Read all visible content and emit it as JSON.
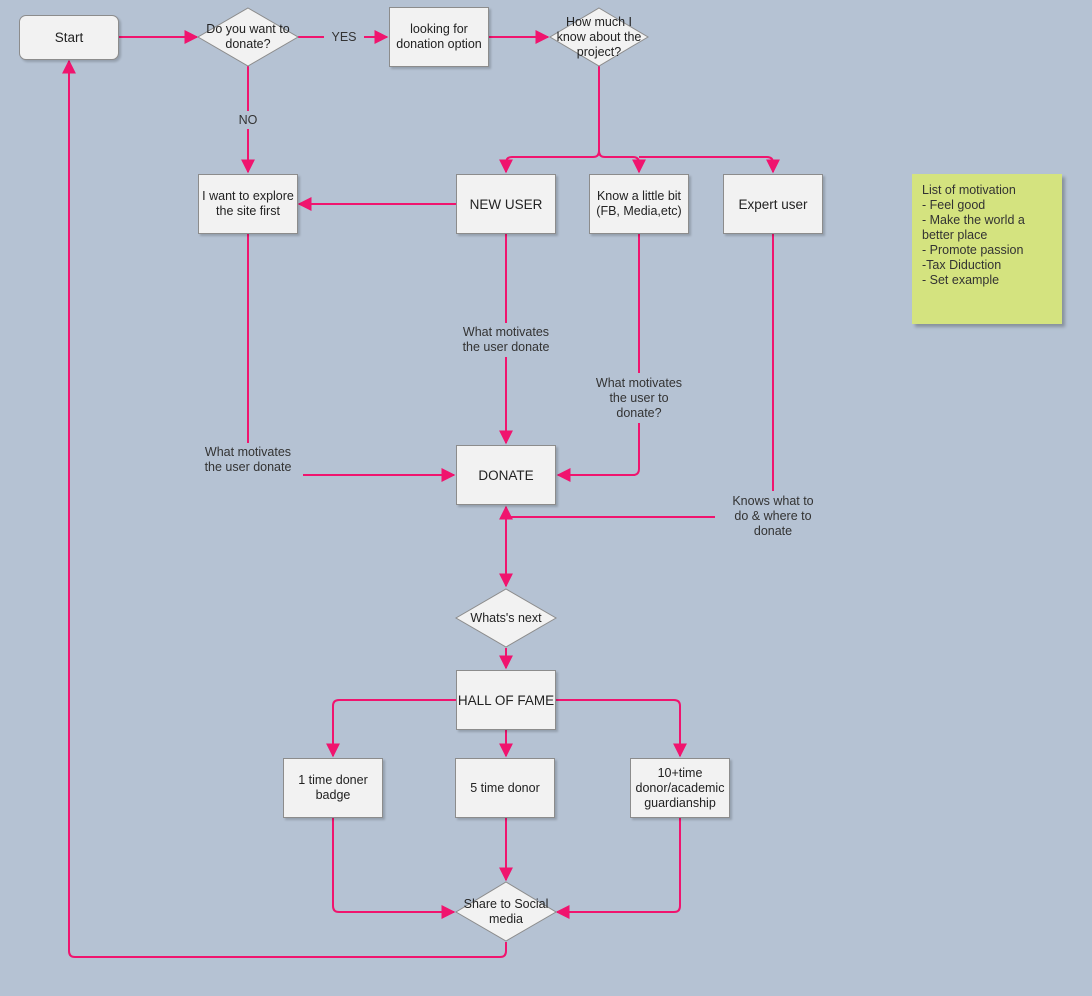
{
  "nodes": {
    "start": "Start",
    "q_donate": "Do you want to\ndonate?",
    "looking_option": "looking for\ndonation option",
    "q_know": "How much I\nknow about the\nproject?",
    "explore_site": "I want to explore\nthe site first",
    "new_user": "NEW USER",
    "know_little": "Know a little bit\n(FB, Media,etc)",
    "expert_user": "Expert user",
    "donate": "DONATE",
    "whats_next": "Whats's next",
    "hall_of_fame": "HALL OF FAME",
    "one_time": "1 time doner\nbadge",
    "five_time": "5 time donor",
    "ten_time": "10+time\ndonor/academic\nguardianship",
    "share": "Share to Social\nmedia"
  },
  "edge_labels": {
    "yes": "YES",
    "no": "NO",
    "motivates_new": "What motivates\nthe user donate",
    "motivates_little": "What motivates\nthe user to\ndonate?",
    "motivates_explore": "What motivates\nthe user donate",
    "expert_knows": "Knows what to\ndo & where to\ndonate"
  },
  "note": {
    "title": "List of motivation",
    "items": [
      "- Feel good",
      "- Make the world a\nbetter place",
      "- Promote passion",
      "-Tax Diduction",
      "- Set example"
    ]
  },
  "colors": {
    "edge": "#f0146e",
    "background": "#b5c2d3",
    "node_fill": "#f2f2f2",
    "note_fill": "#d4e37f"
  }
}
